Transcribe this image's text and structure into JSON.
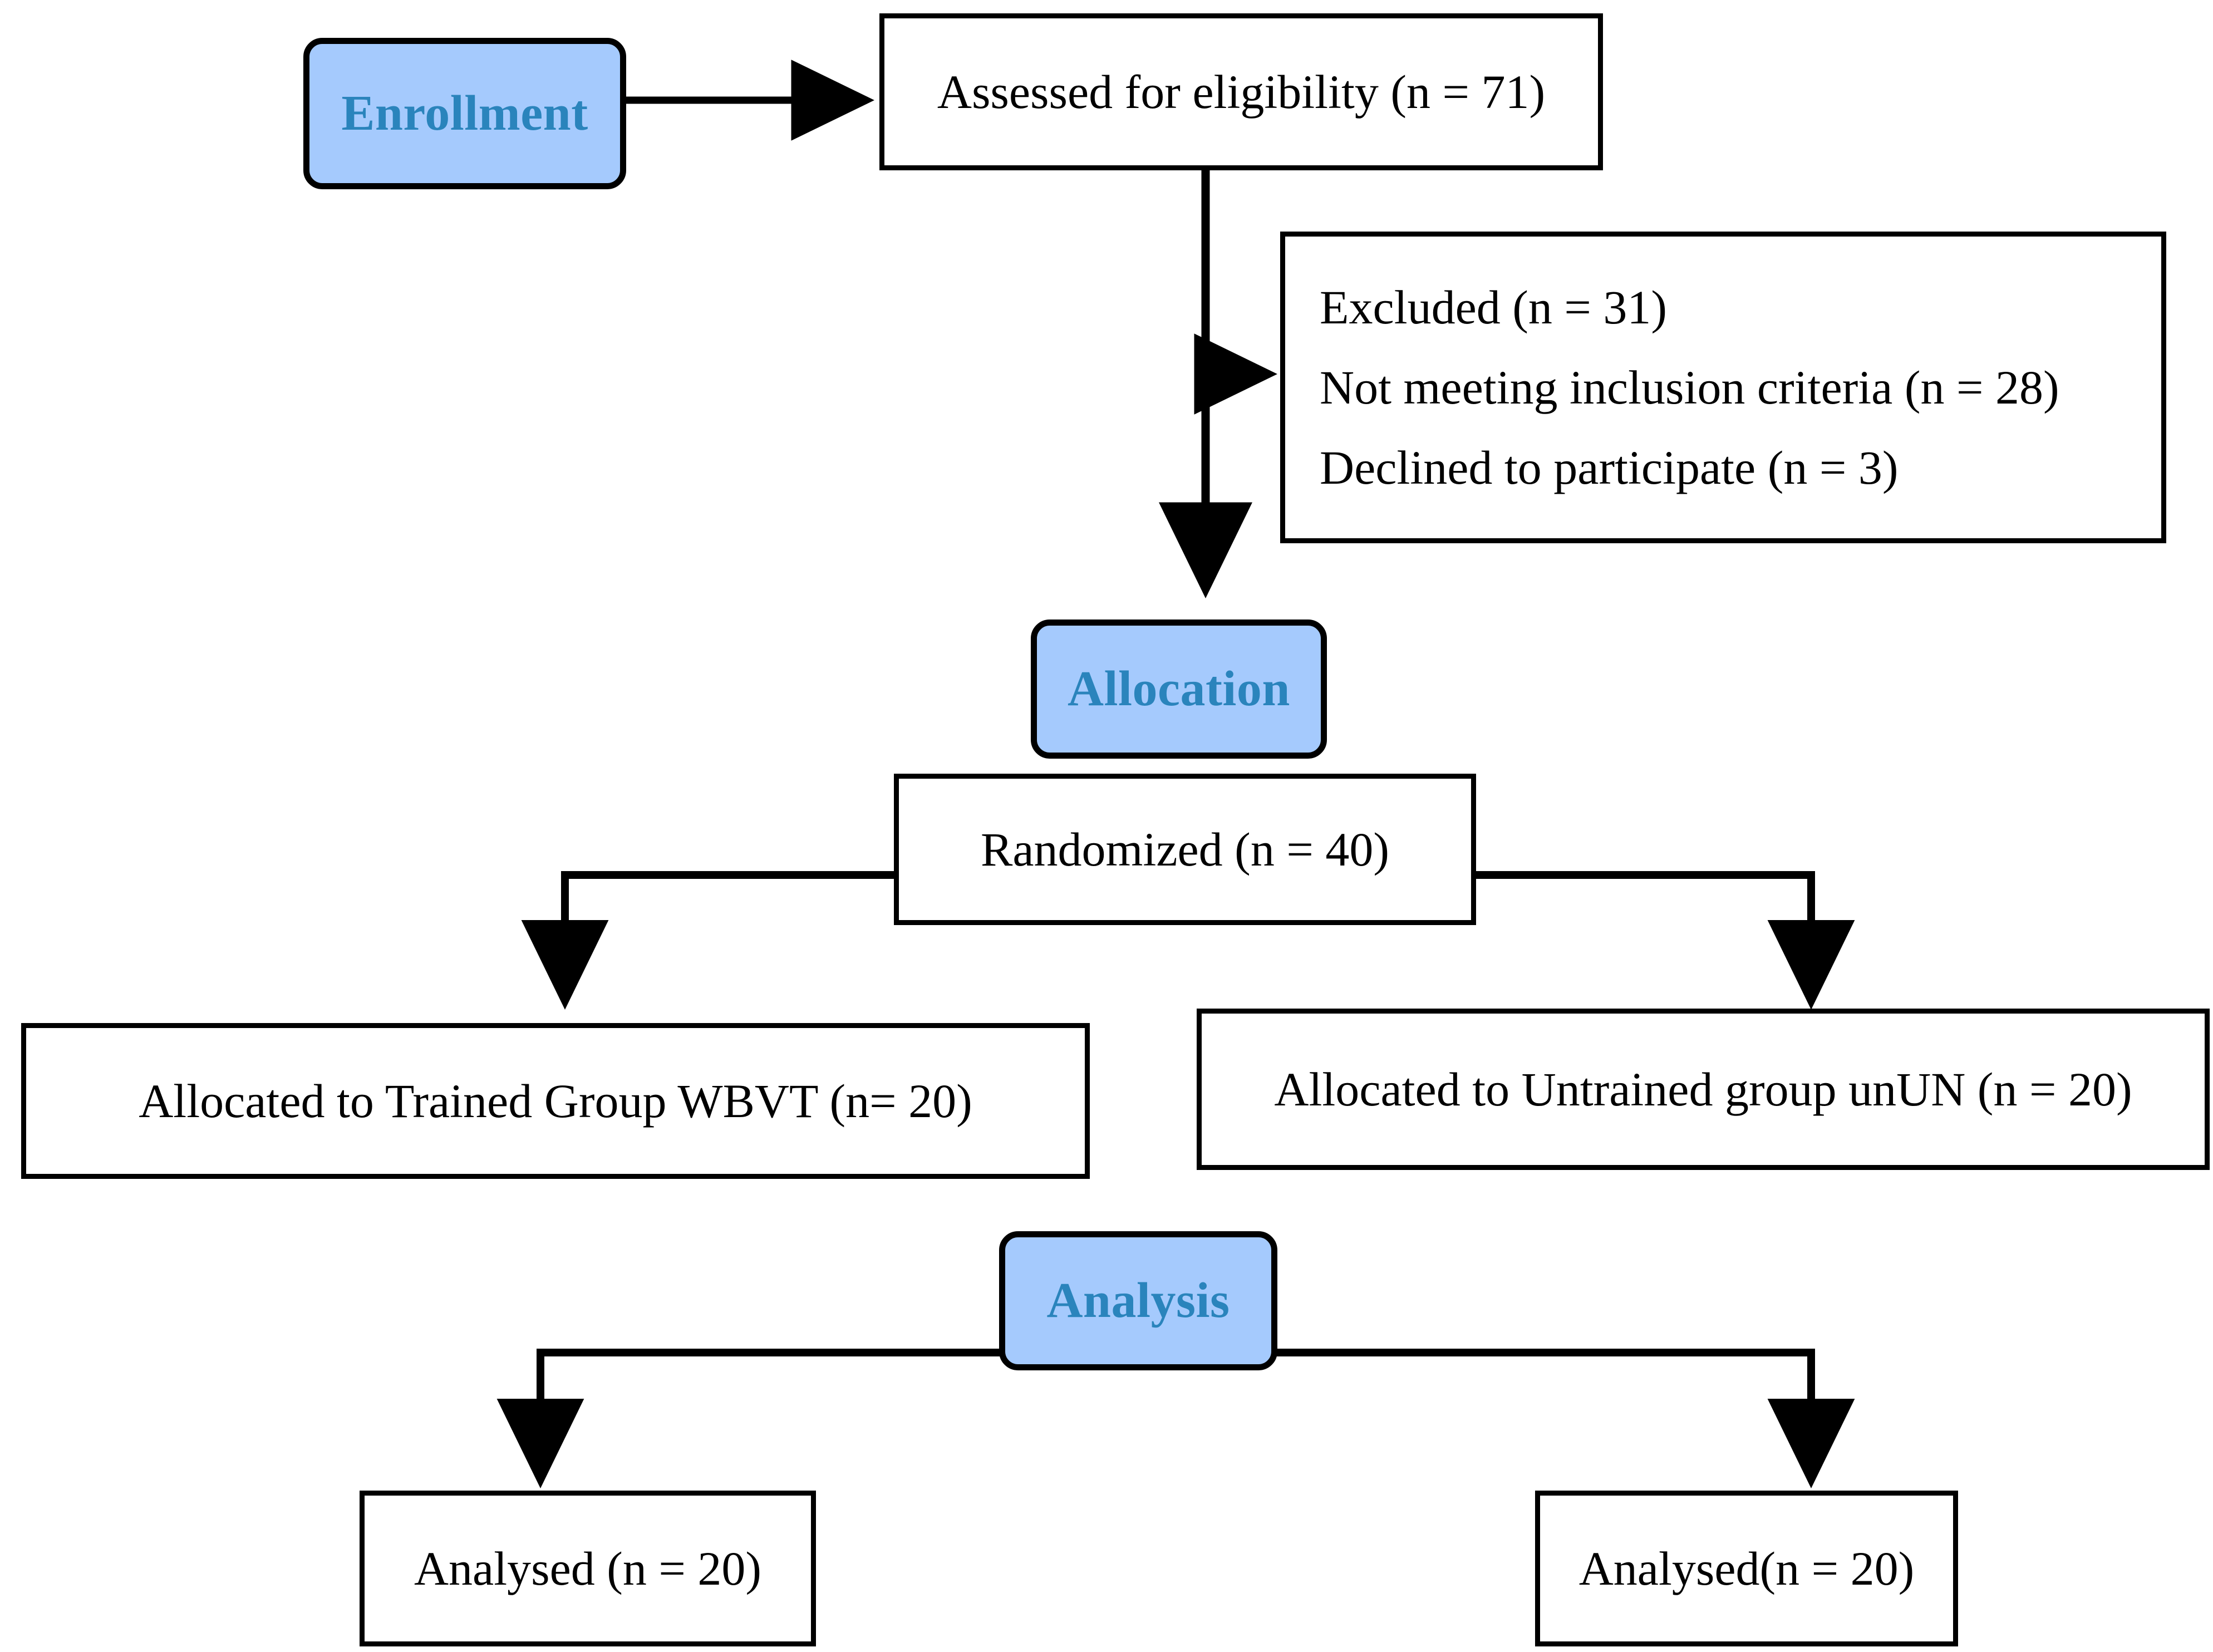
{
  "diagram": {
    "type": "consort-flow-diagram",
    "background": "#FFFFFF",
    "stage_fill": "#A5CAFD",
    "stage_text_color": "#2A84BC",
    "box_text_color": "#000000",
    "line_color": "#000000"
  },
  "stages": {
    "enrollment": "Enrollment",
    "allocation": "Allocation",
    "analysis": "Analysis"
  },
  "nodes": {
    "assessed": "Assessed for eligibility (n = 71)",
    "excluded": {
      "line1": "Excluded (n = 31)",
      "line2": "Not meeting inclusion criteria (n = 28)",
      "line3": "Declined to participate (n = 3)"
    },
    "randomized": "Randomized (n = 40)",
    "allocated_left": "Allocated to Trained Group WBVT (n= 20)",
    "allocated_right": "Allocated to Untrained group unUN (n = 20)",
    "analysed_left": "Analysed (n = 20)",
    "analysed_right": "Analysed(n = 20)"
  },
  "counts": {
    "assessed_for_eligibility": 71,
    "excluded_total": 31,
    "not_meeting_inclusion_criteria": 28,
    "declined_to_participate": 3,
    "randomized": 40,
    "allocated_trained_wbvt": 20,
    "allocated_untrained_unun": 20,
    "analysed_trained": 20,
    "analysed_untrained": 20
  }
}
